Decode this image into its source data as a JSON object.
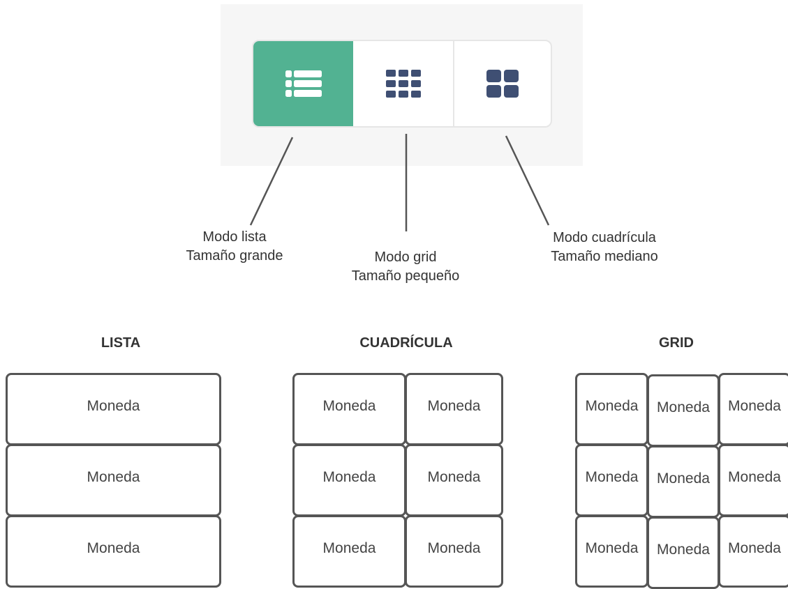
{
  "view_toggle": {
    "buttons": [
      {
        "id": "list",
        "icon": "list-view-icon",
        "active": true
      },
      {
        "id": "grid",
        "icon": "grid-small-icon",
        "active": false
      },
      {
        "id": "cuadricula",
        "icon": "grid-medium-icon",
        "active": false
      }
    ],
    "colors": {
      "active": "#52b292",
      "icon_inactive": "#3f4f73",
      "icon_active": "#ffffff"
    }
  },
  "captions": {
    "list": {
      "line1": "Modo lista",
      "line2": "Tamaño grande"
    },
    "grid": {
      "line1": "Modo grid",
      "line2": "Tamaño pequeño"
    },
    "cuadricula": {
      "line1": "Modo cuadrícula",
      "line2": "Tamaño mediano"
    }
  },
  "sections": {
    "lista": {
      "title": "LISTA",
      "columns": 1,
      "items": [
        "Moneda",
        "Moneda",
        "Moneda"
      ]
    },
    "cuadricula": {
      "title": "CUADRÍCULA",
      "columns": 2,
      "items": [
        "Moneda",
        "Moneda",
        "Moneda",
        "Moneda",
        "Moneda",
        "Moneda"
      ]
    },
    "grid": {
      "title": "GRID",
      "columns": 3,
      "items": [
        "Moneda",
        "Moneda",
        "Moneda",
        "Moneda",
        "Moneda",
        "Moneda",
        "Moneda",
        "Moneda",
        "Moneda"
      ]
    }
  }
}
